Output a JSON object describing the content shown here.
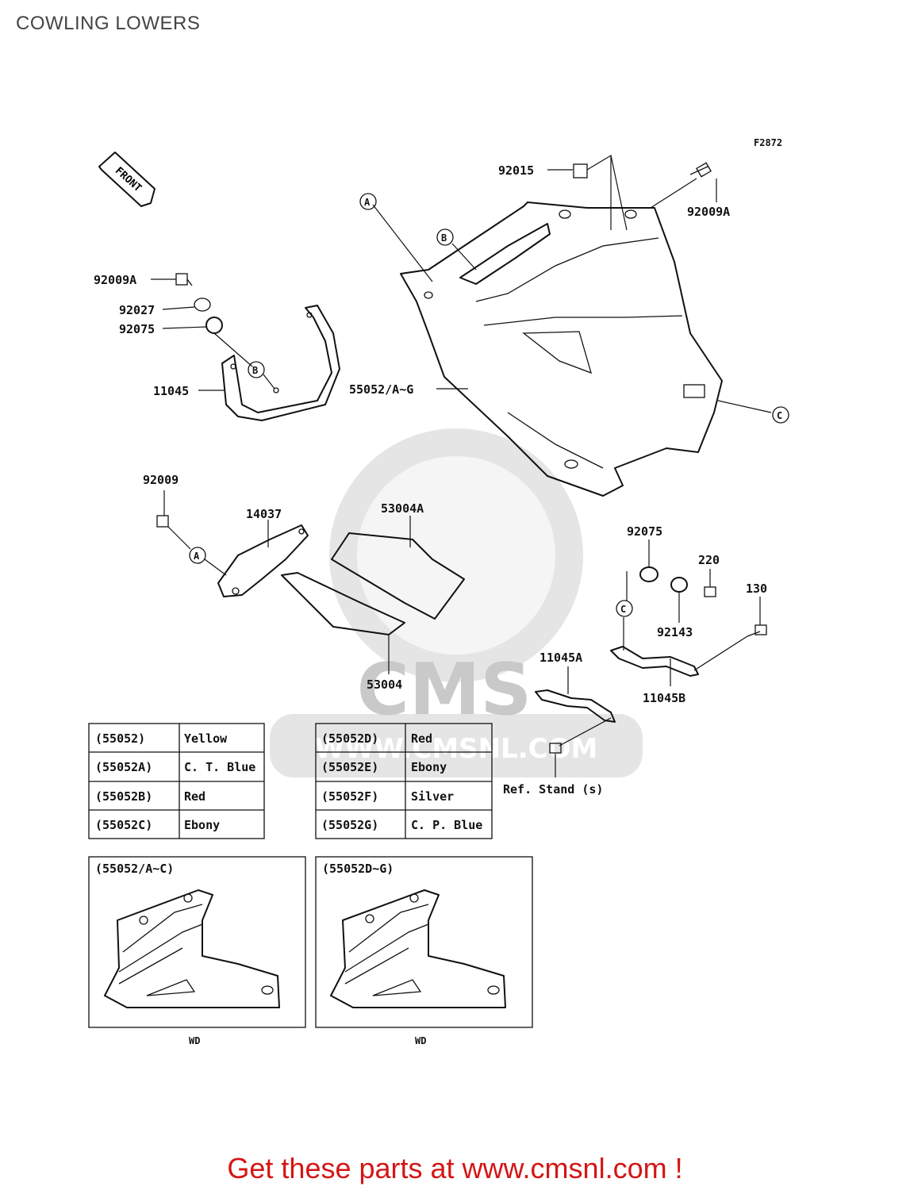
{
  "title": "COWLING LOWERS",
  "figure_code": "F2872",
  "front_label": "FRONT",
  "parts": {
    "p92015": "92015",
    "p92009A_top": "92009A",
    "p92009A_left": "92009A",
    "p92027": "92027",
    "p92075_left": "92075",
    "p11045": "11045",
    "p55052": "55052/A~G",
    "p92009": "92009",
    "p14037": "14037",
    "p53004A": "53004A",
    "p53004": "53004",
    "p92075_right": "92075",
    "p220": "220",
    "p130": "130",
    "p92143": "92143",
    "p11045A": "11045A",
    "p11045B": "11045B",
    "ref_stand": "Ref. Stand (s)"
  },
  "callouts": {
    "a": "A",
    "b": "B",
    "c": "C"
  },
  "color_table_left": [
    {
      "code": "(55052)",
      "color": "Yellow"
    },
    {
      "code": "(55052A)",
      "color": "C. T. Blue"
    },
    {
      "code": "(55052B)",
      "color": "Red"
    },
    {
      "code": "(55052C)",
      "color": "Ebony"
    }
  ],
  "color_table_right": [
    {
      "code": "(55052D)",
      "color": "Red"
    },
    {
      "code": "(55052E)",
      "color": "Ebony"
    },
    {
      "code": "(55052F)",
      "color": "Silver"
    },
    {
      "code": "(55052G)",
      "color": "C. P. Blue"
    }
  ],
  "variant_left": {
    "heading": "(55052/A~C)",
    "note": "WD"
  },
  "variant_right": {
    "heading": "(55052D~G)",
    "note": "WD"
  },
  "watermark": {
    "logo": "CMS",
    "url": "WWW.CMSNL.COM"
  },
  "cta": "Get these parts at www.cmsnl.com !"
}
